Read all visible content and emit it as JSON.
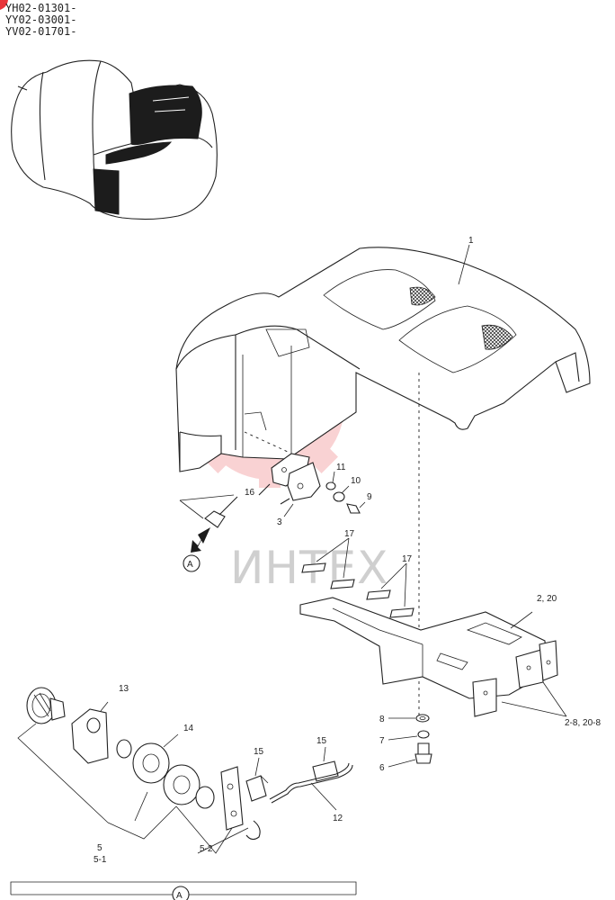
{
  "serials": [
    "YH02-01301-",
    "YY02-03001-",
    "YV02-01701-"
  ],
  "watermark": {
    "text": "ИНТЕХ",
    "color": "#e8353b"
  },
  "view_marker": "A",
  "callouts": {
    "p1": "1",
    "p2_20": "2, 20",
    "p2_8": "2-8, 20-8",
    "p3": "3",
    "p5": "5",
    "p5_1": "5-1",
    "p5_2": "5-2",
    "p6": "6",
    "p7": "7",
    "p8": "8",
    "p9": "9",
    "p10": "10",
    "p11": "11",
    "p12": "12",
    "p13": "13",
    "p14": "14",
    "p15a": "15",
    "p15b": "15",
    "p16": "16",
    "p17a": "17",
    "p17b": "17"
  }
}
